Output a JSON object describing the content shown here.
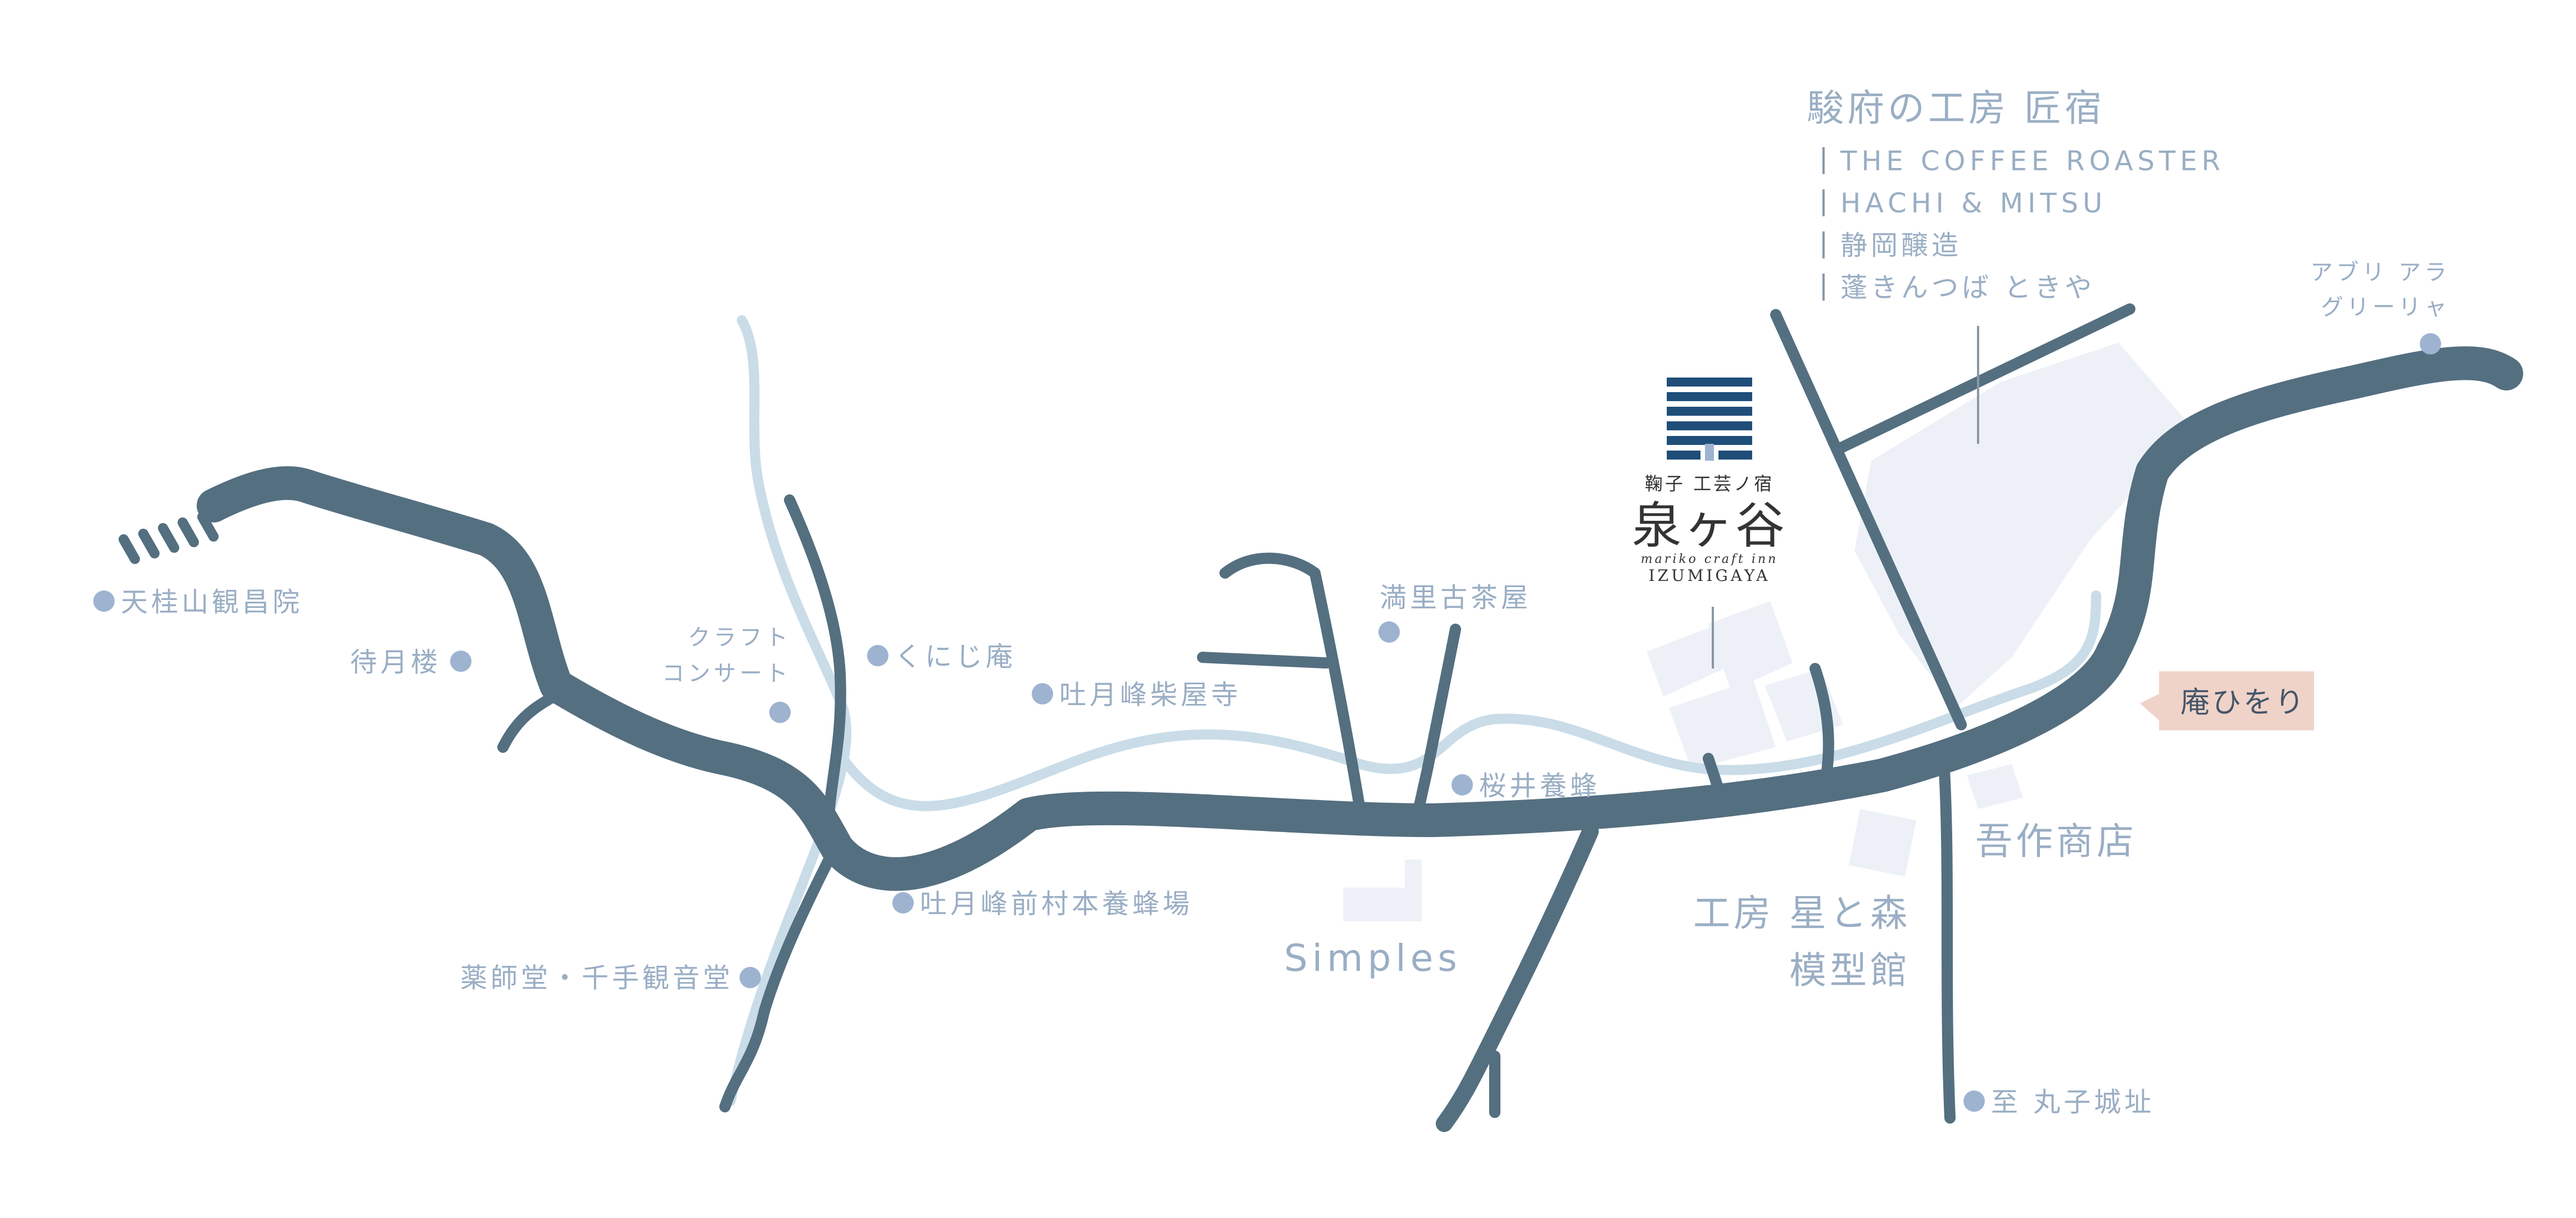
{
  "logo": {
    "tagline": "鞠子 工芸ノ宿",
    "name": "泉ヶ谷",
    "sub_en": "mariko craft inn",
    "name_en": "IZUMIGAYA",
    "colors": {
      "navy": "#1f4e79",
      "text": "#333333"
    }
  },
  "header_block": {
    "title": "駿府の工房 匠宿",
    "items": [
      "THE COFFEE ROASTER",
      "HACHI & MITSU",
      "静岡醸造",
      "蓬きんつば ときや"
    ]
  },
  "places": {
    "tenkeizan": "天桂山観昌院",
    "taigetsuro": "待月楼",
    "craft_concert_1": "クラフト",
    "craft_concert_2": "コンサート",
    "kunijian": "くにじ庵",
    "togetsuho_saiokuji": "吐月峰柴屋寺",
    "mari_kochaya": "満里古茶屋",
    "sakurai_yoho": "桜井養蜂",
    "togetsuho_maemura": "吐月峰前村本養蜂場",
    "yakushido": "薬師堂・千手観音堂",
    "simples": "Simples",
    "star_forest_1": "工房 星と森",
    "star_forest_2": "模型館",
    "gosaku": "吾作商店",
    "mariko_castle": "至 丸子城址",
    "abri_1": "アブリ アラ",
    "abri_2": "グリーリャ",
    "an_hiwori": "庵ひをり"
  },
  "colors": {
    "road": "#546f80",
    "river": "#c9dce8",
    "building": "#edf1f7",
    "label": "#9aaec4",
    "dot": "#9db3d0",
    "tag_bg": "#f0d3c8",
    "tag_text": "#44566a"
  }
}
